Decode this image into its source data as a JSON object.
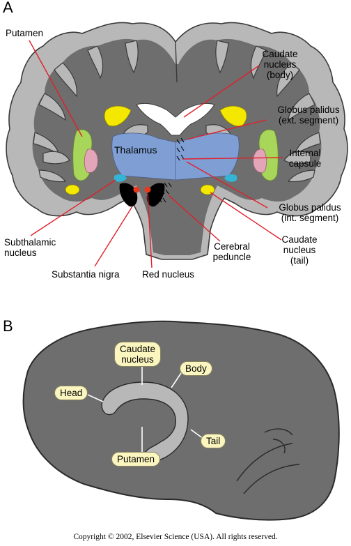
{
  "panel_a": {
    "letter": "A",
    "labels": {
      "putamen": "Putamen",
      "caudate_body": [
        "Caudate",
        "nucleus",
        "(body)"
      ],
      "globus_ext": [
        "Globus palidus",
        "(ext. segment)"
      ],
      "internal_capsule": [
        "Internal",
        "capsule"
      ],
      "globus_int": [
        "Globus palidus",
        "(int. segment)"
      ],
      "caudate_tail": [
        "Caudate",
        "nucleus",
        "(tail)"
      ],
      "cerebral_peduncle": [
        "Cerebral",
        "peduncle"
      ],
      "red_nucleus": "Red nucleus",
      "substantia_nigra": "Substantia nigra",
      "subthalamic": [
        "Subthalamic",
        "nucleus"
      ],
      "thalamus": "Thalamus"
    }
  },
  "panel_b": {
    "letter": "B",
    "labels": {
      "caudate_nucleus": [
        "Caudate",
        "nucleus"
      ],
      "body": "Body",
      "head": "Head",
      "tail": "Tail",
      "putamen": "Putamen"
    }
  },
  "copyright": "Copyright © 2002, Elsevier Science (USA). All rights reserved.",
  "colors": {
    "cortex_gray": "#b8b8b8",
    "white_matter": "#6e6e6e",
    "outline": "#3a3a3a",
    "thalamus_blue": "#7f9fd4",
    "caudate_yellow": "#f5e800",
    "putamen_green": "#a8d65a",
    "globus_pink": "#e2a6b8",
    "subthalamic_cyan": "#33b6d6",
    "red_nucleus": "#e8391c",
    "leader_line_red": "#e0202a",
    "pill_fill": "#fbf6bf"
  }
}
